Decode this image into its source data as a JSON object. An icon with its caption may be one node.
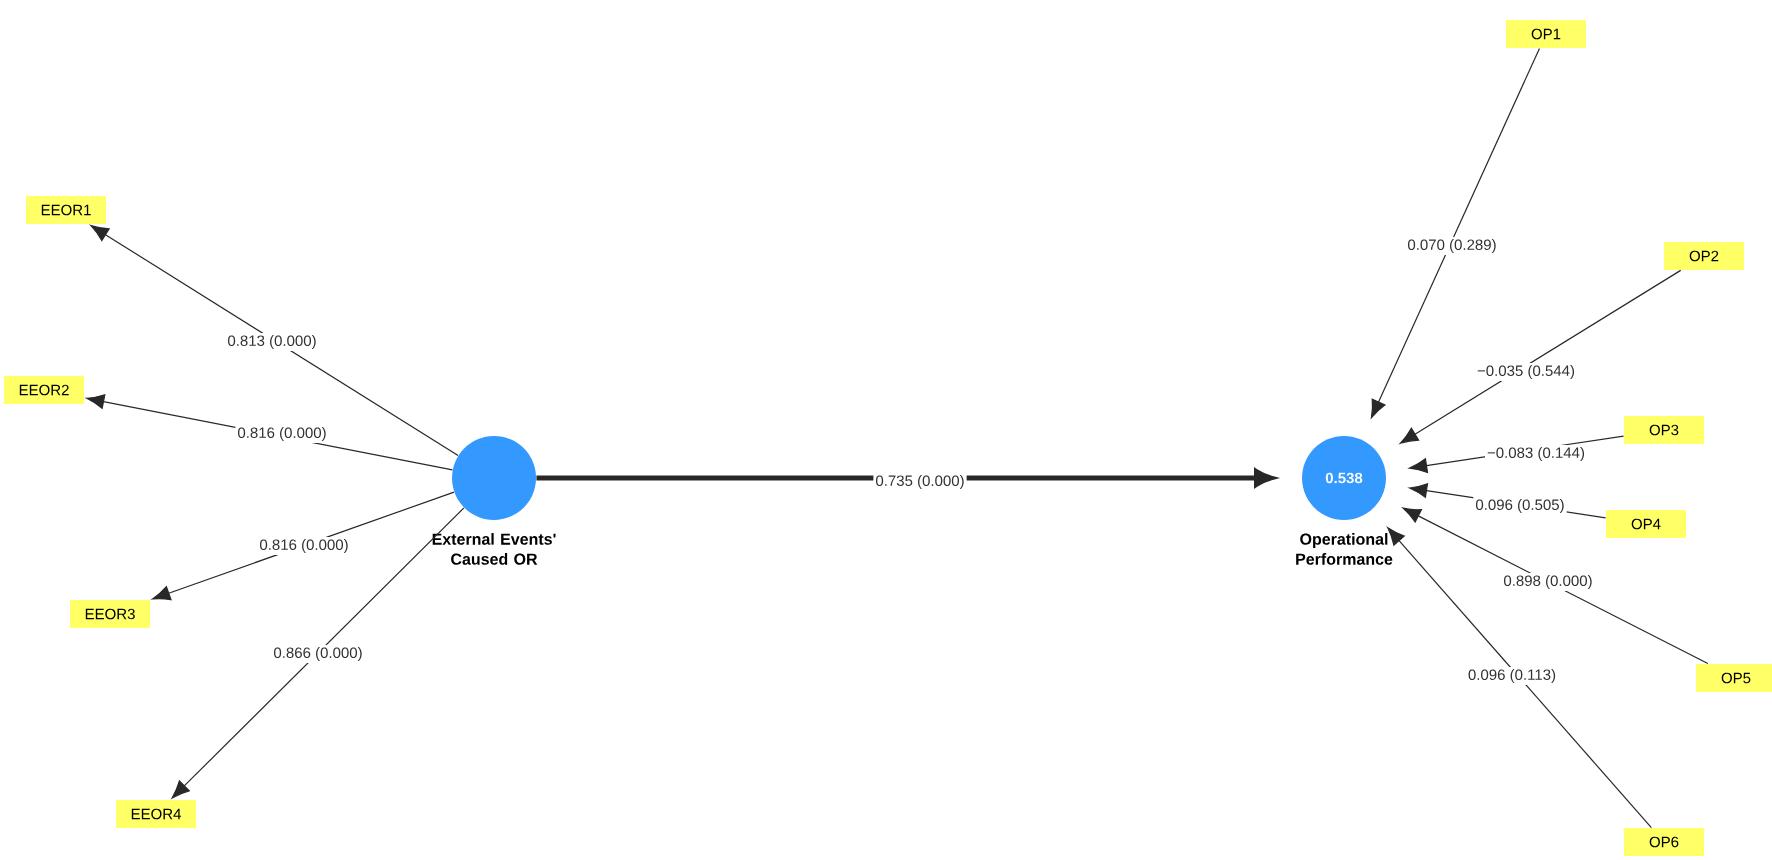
{
  "diagram": {
    "nodes": [
      {
        "text": [
          "EEOR1"
        ]
      },
      {
        "text": [
          "EEOR2"
        ]
      },
      {
        "text": [
          "EEOR3"
        ]
      },
      {
        "text": [
          "EEOR4"
        ]
      },
      {
        "text": [
          "External Events' Caused OR"
        ]
      },
      {
        "text": [
          "0.538",
          "Operational Performance"
        ]
      },
      {
        "text": [
          "OP1"
        ]
      },
      {
        "text": [
          "OP2"
        ]
      },
      {
        "text": [
          "OP3"
        ]
      },
      {
        "text": [
          "OP4"
        ]
      },
      {
        "text": [
          "OP5"
        ]
      },
      {
        "text": [
          "OP6"
        ]
      }
    ],
    "edges": [
      {
        "from": 4,
        "to": 0,
        "arrow": "to",
        "label": "0.813 (0.000)"
      },
      {
        "from": 4,
        "to": 1,
        "arrow": "to",
        "label": "0.816 (0.000)"
      },
      {
        "from": 4,
        "to": 2,
        "arrow": "to",
        "label": "0.816 (0.000)"
      },
      {
        "from": 4,
        "to": 3,
        "arrow": "to",
        "label": "0.866 (0.000)"
      },
      {
        "from": 4,
        "to": 5,
        "arrow": "to",
        "label": "0.735 (0.000)",
        "style": "thick"
      },
      {
        "from": 6,
        "to": 5,
        "arrow": "to",
        "label": "0.070 (0.289)"
      },
      {
        "from": 7,
        "to": 5,
        "arrow": "to",
        "label": "−0.035 (0.544)"
      },
      {
        "from": 8,
        "to": 5,
        "arrow": "to",
        "label": "−0.083 (0.144)"
      },
      {
        "from": 9,
        "to": 5,
        "arrow": "to",
        "label": "0.096 (0.505)"
      },
      {
        "from": 10,
        "to": 5,
        "arrow": "to",
        "label": "0.898 (0.000)"
      },
      {
        "from": 11,
        "to": 5,
        "arrow": "to",
        "label": "0.096 (0.113)"
      }
    ]
  }
}
